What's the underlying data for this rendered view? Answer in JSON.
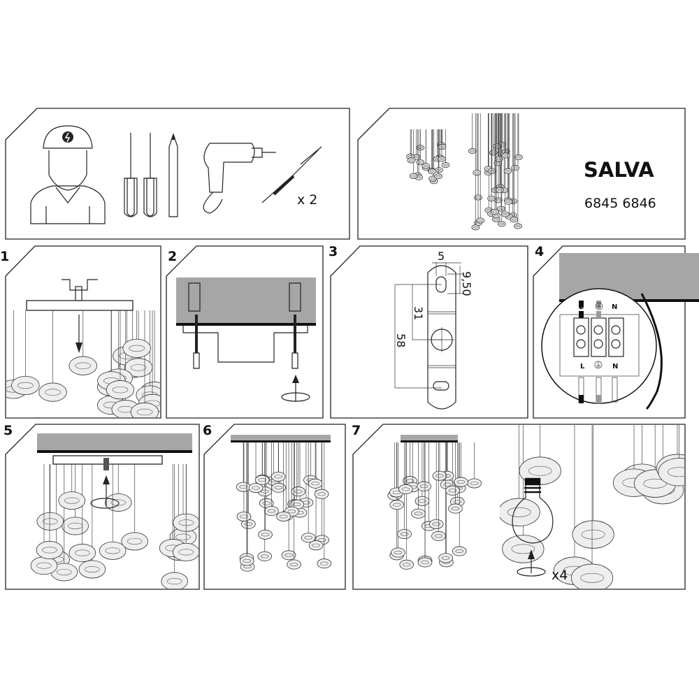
{
  "tools_panel": {
    "quantity": "x 2"
  },
  "product_panel": {
    "name": "SALVA",
    "codes": "6845 6846"
  },
  "steps": [
    {
      "number": "1"
    },
    {
      "number": "2"
    },
    {
      "number": "3",
      "dimensions": {
        "width": "5",
        "slot": "9,50",
        "center": "31",
        "total": "58"
      }
    },
    {
      "number": "4",
      "terminals": {
        "live": "L",
        "neutral": "N",
        "live_bottom": "L",
        "neutral_bottom": "N"
      }
    },
    {
      "number": "5"
    },
    {
      "number": "6"
    },
    {
      "number": "7",
      "bulb_quantity": "x4"
    }
  ],
  "colors": {
    "ceiling": "#a6a6a6",
    "line": "#222222"
  }
}
